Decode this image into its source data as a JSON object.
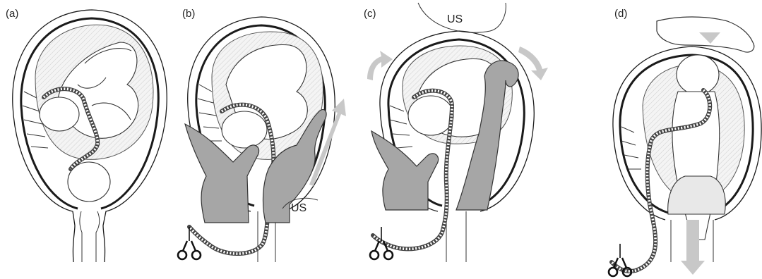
{
  "panels": [
    {
      "label": "(a)"
    },
    {
      "label": "(b)",
      "us_label": "US"
    },
    {
      "label": "(c)",
      "us_label": "US"
    },
    {
      "label": "(d)"
    }
  ],
  "icons": [
    "clamp-icon",
    "hand-icon",
    "arrow-icon",
    "ultrasound-probe-icon"
  ]
}
